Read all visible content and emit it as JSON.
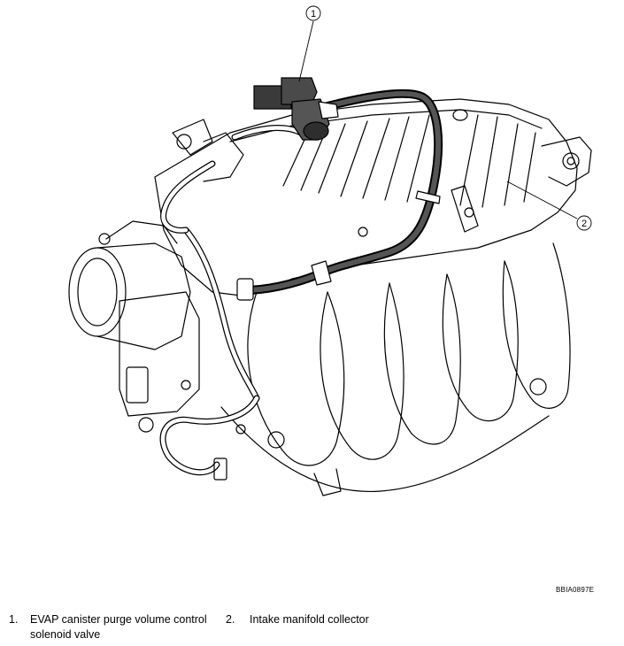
{
  "figure": {
    "code": "BBIA0897E",
    "callouts": [
      {
        "number": "1",
        "refers_to": "EVAP canister purge volume control solenoid valve"
      },
      {
        "number": "2",
        "refers_to": "Intake manifold collector"
      }
    ]
  },
  "legend": [
    {
      "number": "1.",
      "label": "EVAP canister purge volume control solenoid valve"
    },
    {
      "number": "2.",
      "label": "Intake manifold collector"
    }
  ]
}
